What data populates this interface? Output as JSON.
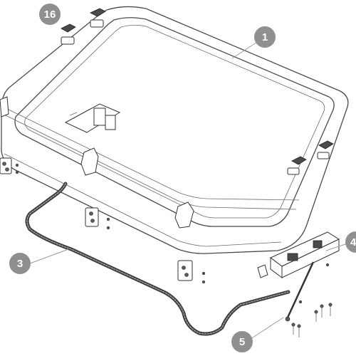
{
  "diagram": {
    "callouts": [
      {
        "id": "callout-16",
        "label": "16"
      },
      {
        "id": "callout-1",
        "label": "1"
      },
      {
        "id": "callout-3",
        "label": "3"
      },
      {
        "id": "callout-4",
        "label": "4"
      },
      {
        "id": "callout-5",
        "label": "5"
      }
    ]
  },
  "colors": {
    "callout_fill": "#8f8f8f",
    "callout_text": "#ffffff",
    "line_art": "#4a4a4a"
  }
}
